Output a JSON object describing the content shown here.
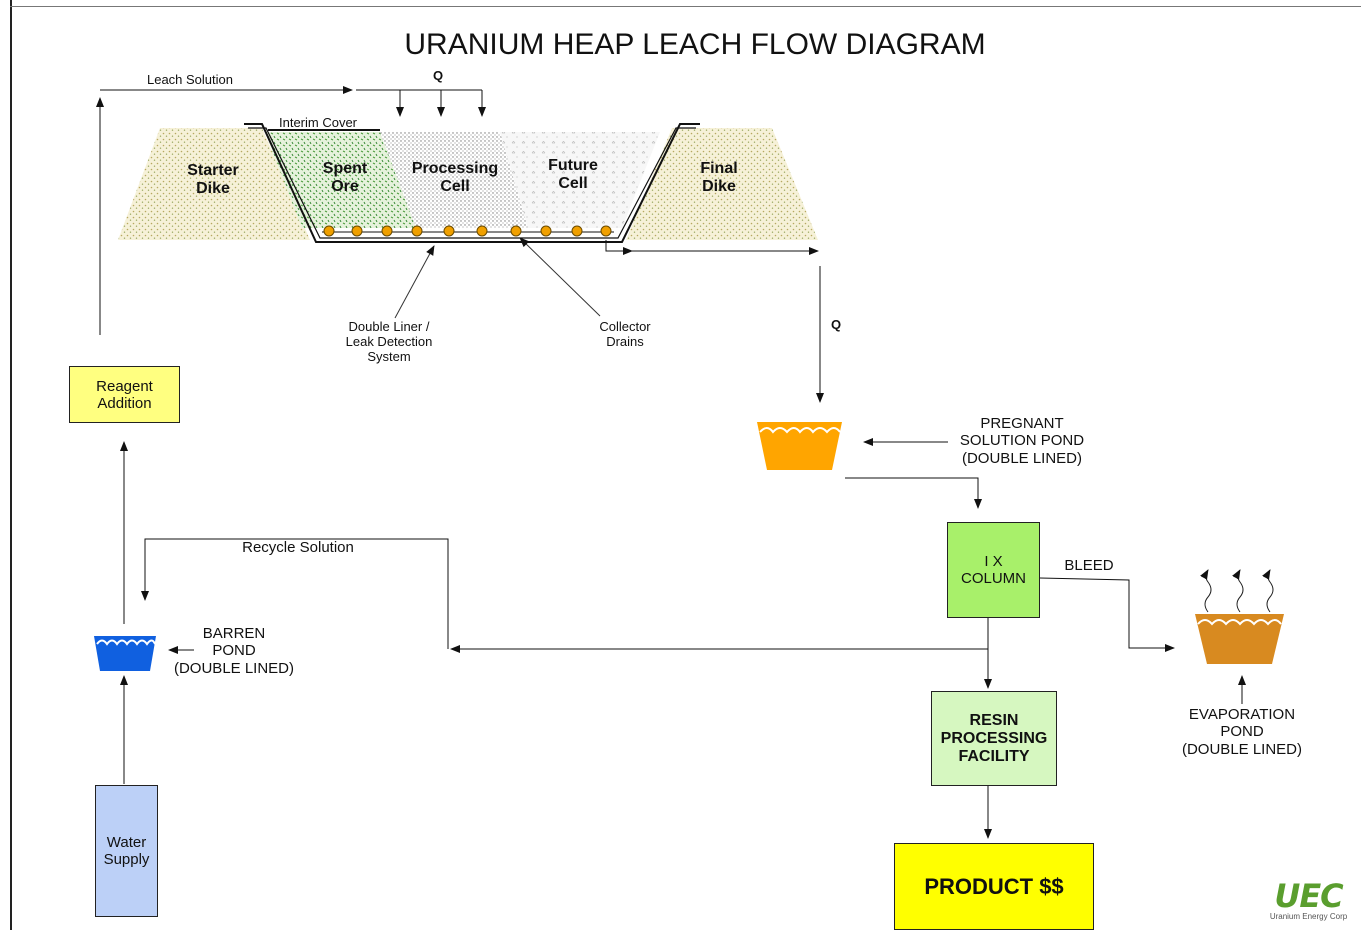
{
  "title": "URANIUM HEAP LEACH FLOW DIAGRAM",
  "heap": {
    "leach_solution": "Leach Solution",
    "q_top": "Q",
    "interim_cover": "Interim Cover",
    "starter_dike": [
      "Starter",
      "Dike"
    ],
    "spent_ore": [
      "Spent",
      "Ore"
    ],
    "processing_cell": [
      "Processing",
      "Cell"
    ],
    "future_cell": [
      "Future",
      "Cell"
    ],
    "final_dike": [
      "Final",
      "Dike"
    ],
    "double_liner": [
      "Double Liner /",
      "Leak Detection",
      "System"
    ],
    "collector_drains": [
      "Collector",
      "Drains"
    ],
    "q_right": "Q"
  },
  "nodes": {
    "reagent_addition": [
      "Reagent",
      "Addition"
    ],
    "pregnant_pond": [
      "PREGNANT",
      "SOLUTION POND",
      "(DOUBLE LINED)"
    ],
    "ix_column": [
      "I X",
      "COLUMN"
    ],
    "bleed": "BLEED",
    "recycle_solution": "Recycle Solution",
    "barren_pond": [
      "BARREN",
      "POND",
      "(DOUBLE LINED)"
    ],
    "evaporation_pond": [
      "EVAPORATION",
      "POND",
      "(DOUBLE LINED)"
    ],
    "resin_facility": [
      "RESIN",
      "PROCESSING",
      "FACILITY"
    ],
    "water_supply": [
      "Water",
      "Supply"
    ],
    "product": "PRODUCT $$"
  },
  "logo": {
    "mark": "UEC",
    "tagline": "Uranium Energy Corp"
  },
  "colors": {
    "reagent_box": "#ffff80",
    "ix_box": "#a8f06a",
    "resin_box": "#d6f7c0",
    "water_box": "#bcd0f7",
    "product_box": "#ffff00",
    "pregnant_pond": "#ffa500",
    "barren_pond": "#1060e0",
    "evaporation_pond": "#d88a20",
    "drain_dot": "#f0a000",
    "logo": "#5a9e2e"
  }
}
